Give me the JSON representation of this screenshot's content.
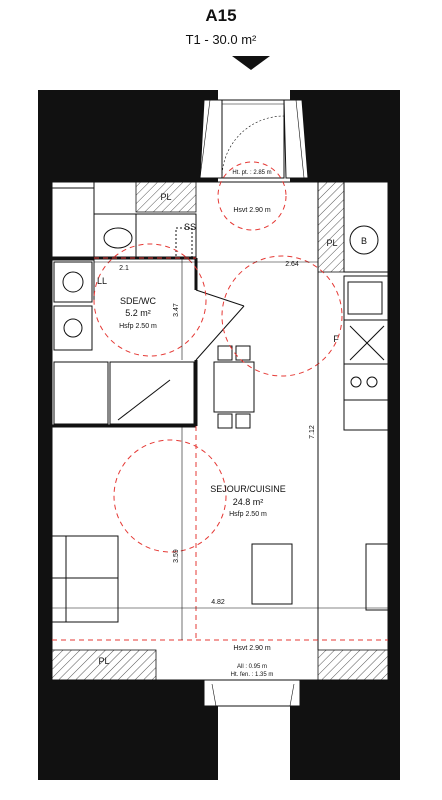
{
  "unit": {
    "id": "A15",
    "summary": "T1 - 30.0 m²"
  },
  "rooms": {
    "bath": {
      "name": "SDE/WC",
      "area": "5.2 m²",
      "height": "Hsfp 2.50 m"
    },
    "living": {
      "name": "SEJOUR/CUISINE",
      "area": "24.8 m²",
      "height": "Hsfp 2.50 m"
    }
  },
  "dimensions": {
    "bath_width": "2.1",
    "bath_depth": "3.47",
    "top_width": "2.64",
    "right_depth": "7.12",
    "living_depth": "3.59",
    "living_width": "4.82"
  },
  "annotations": {
    "pl_top": "PL",
    "pl_bottom": "PL",
    "pl_right": "PL",
    "ss": "SS",
    "ll": "LL",
    "b": "B",
    "f": "F",
    "hsvt_top": "Hsvt 2.90 m",
    "hsvt_bottom": "Hsvt 2.90 m",
    "ht_pt": "Ht. pt. : 2.85 m",
    "all": "All : 0.95 m",
    "ht_fen": "Ht. fen. : 1.35 m"
  }
}
